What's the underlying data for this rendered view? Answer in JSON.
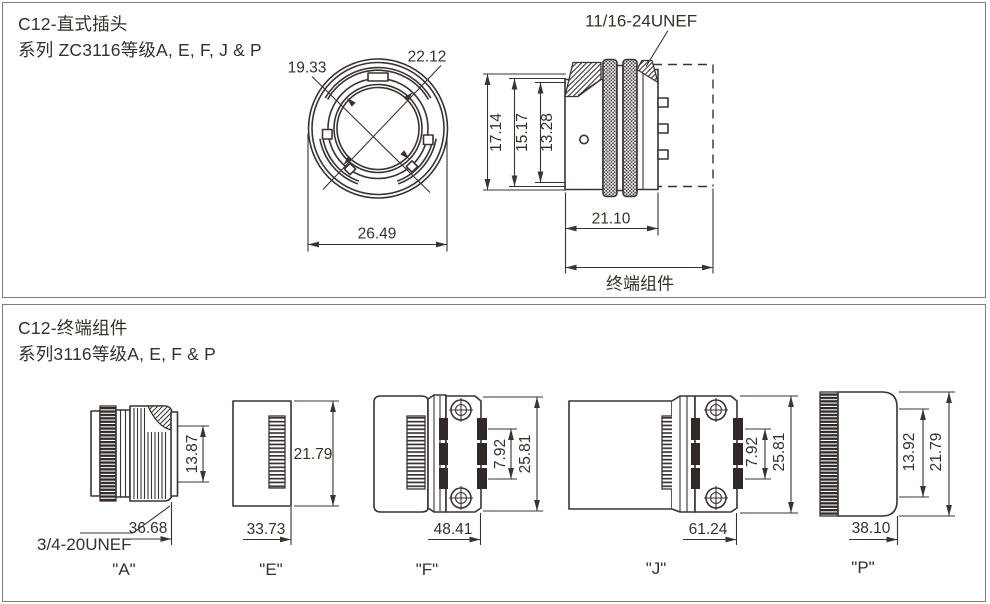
{
  "colors": {
    "line": "#3a3330",
    "panel_border": "#7c7c7c"
  },
  "panel1": {
    "title": "C12-直式插头",
    "subtitle": "系列 ZC3116等级A, E, F, J & P",
    "front_view": {
      "dim_diag_left": "19.33",
      "dim_diag_right": "22.12",
      "dim_width": "26.49"
    },
    "side_view": {
      "thread_label": "11/16-24UNEF",
      "dim_outer": "17.14",
      "dim_mid": "15.17",
      "dim_inner": "13.28",
      "dim_length": "21.10",
      "terminal_label": "终端组件"
    }
  },
  "panel2": {
    "title": "C12-终端组件",
    "subtitle": "系列3116等级A, E, F & P",
    "views": {
      "A": {
        "label": "\"A\"",
        "thread_label": "3/4-20UNEF",
        "length": "36.68",
        "height": "13.87"
      },
      "E": {
        "label": "\"E\"",
        "length": "33.73",
        "height": "21.79"
      },
      "F": {
        "label": "\"F\"",
        "length": "48.41",
        "inner_height": "7.92",
        "height": "25.81"
      },
      "J": {
        "label": "\"J\"",
        "length": "61.24",
        "inner_height": "7.92",
        "height": "25.81"
      },
      "P": {
        "label": "\"P\"",
        "length": "38.10",
        "inner_height": "13.92",
        "height": "21.79"
      }
    }
  }
}
